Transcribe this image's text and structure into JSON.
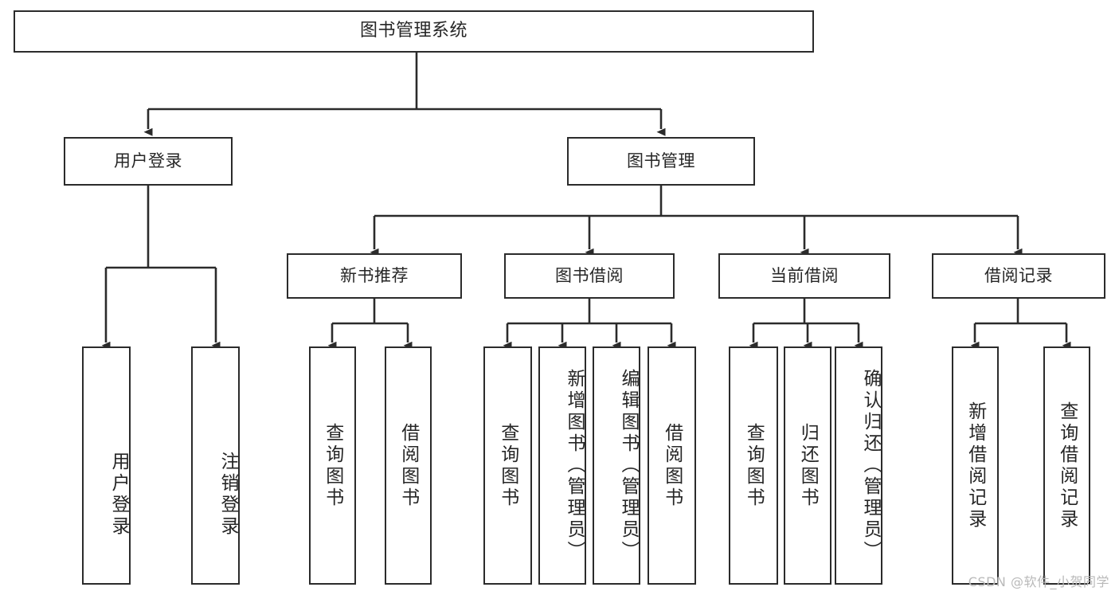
{
  "diagram": {
    "title": "图书管理系统",
    "type": "hierarchy-tree",
    "background_color": "#ffffff",
    "stroke_color": "#2b2b2b",
    "text_color": "#262626"
  },
  "root": {
    "label": "图书管理系统"
  },
  "level2": [
    {
      "label": "用户登录"
    },
    {
      "label": "图书管理"
    }
  ],
  "level3": [
    {
      "label": "新书推荐"
    },
    {
      "label": "图书借阅"
    },
    {
      "label": "当前借阅"
    },
    {
      "label": "借阅记录"
    }
  ],
  "leaves": [
    {
      "label": "用户登录",
      "parent": "用户登录"
    },
    {
      "label": "注销登录",
      "parent": "用户登录"
    },
    {
      "label": "查询图书",
      "parent": "新书推荐"
    },
    {
      "label": "借阅图书",
      "parent": "新书推荐"
    },
    {
      "label": "查询图书",
      "parent": "图书借阅"
    },
    {
      "label": "新增图书（管理员）",
      "parent": "图书借阅"
    },
    {
      "label": "编辑图书（管理员）",
      "parent": "图书借阅"
    },
    {
      "label": "借阅图书",
      "parent": "图书借阅"
    },
    {
      "label": "查询图书",
      "parent": "当前借阅"
    },
    {
      "label": "归还图书",
      "parent": "当前借阅"
    },
    {
      "label": "确认归还（管理员）",
      "parent": "当前借阅"
    },
    {
      "label": "新增借阅记录",
      "parent": "借阅记录"
    },
    {
      "label": "查询借阅记录",
      "parent": "借阅记录"
    }
  ],
  "watermark": {
    "text": "CSDN @软件_小贺同学"
  }
}
